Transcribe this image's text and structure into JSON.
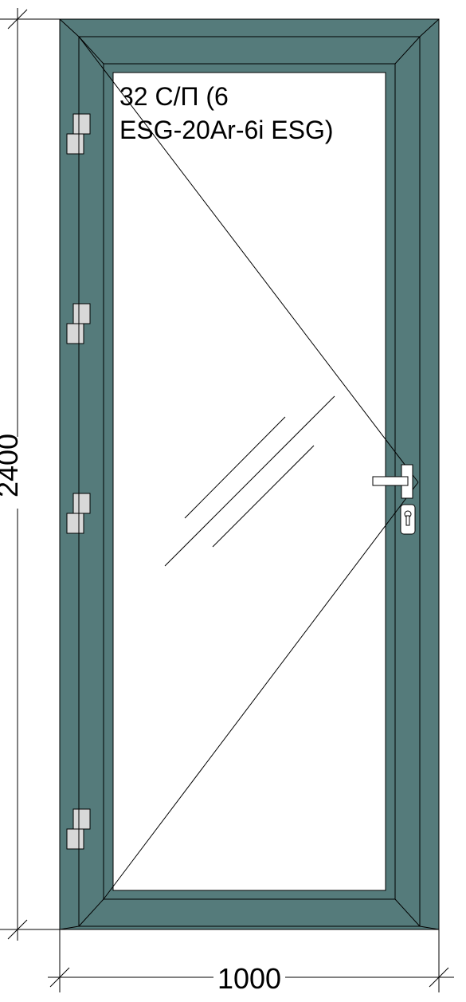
{
  "dimensions": {
    "height_label": "2400",
    "width_label": "1000"
  },
  "glass": {
    "line1": "32 С/П (6",
    "line2": "ESG-20Ar-6i ESG)"
  },
  "colors": {
    "frame": "#557b7b",
    "glass": "#ffffff",
    "hardware": "#d8d8d8",
    "line": "#000000"
  },
  "hardware": {
    "hinge_count": 4,
    "handle": "lever-handle",
    "lock": "euro-cylinder-lock"
  }
}
